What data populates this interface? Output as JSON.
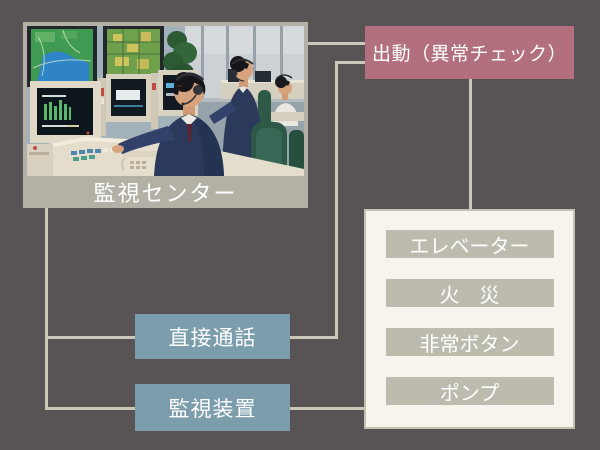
{
  "colors": {
    "background": "#585355",
    "connector_line": "#cbc8ba",
    "photo_frame": "#b3b1a6",
    "dispatch_box": "#b2707e",
    "phone_boxes": "#7c9eac",
    "panel_background": "#f6f4ec",
    "panel_item": "#bdbbad",
    "label_text": "#ffffff"
  },
  "photo": {
    "caption": "監視センター"
  },
  "boxes": {
    "dispatch": {
      "label": "出動（異常チェック）"
    },
    "direct_call": {
      "label": "直接通話"
    },
    "monitoring_device": {
      "label": "監視装置"
    }
  },
  "panel": {
    "items": [
      {
        "label": "エレベーター"
      },
      {
        "label": "火　災"
      },
      {
        "label": "非常ボタン"
      },
      {
        "label": "ポンプ"
      }
    ]
  }
}
